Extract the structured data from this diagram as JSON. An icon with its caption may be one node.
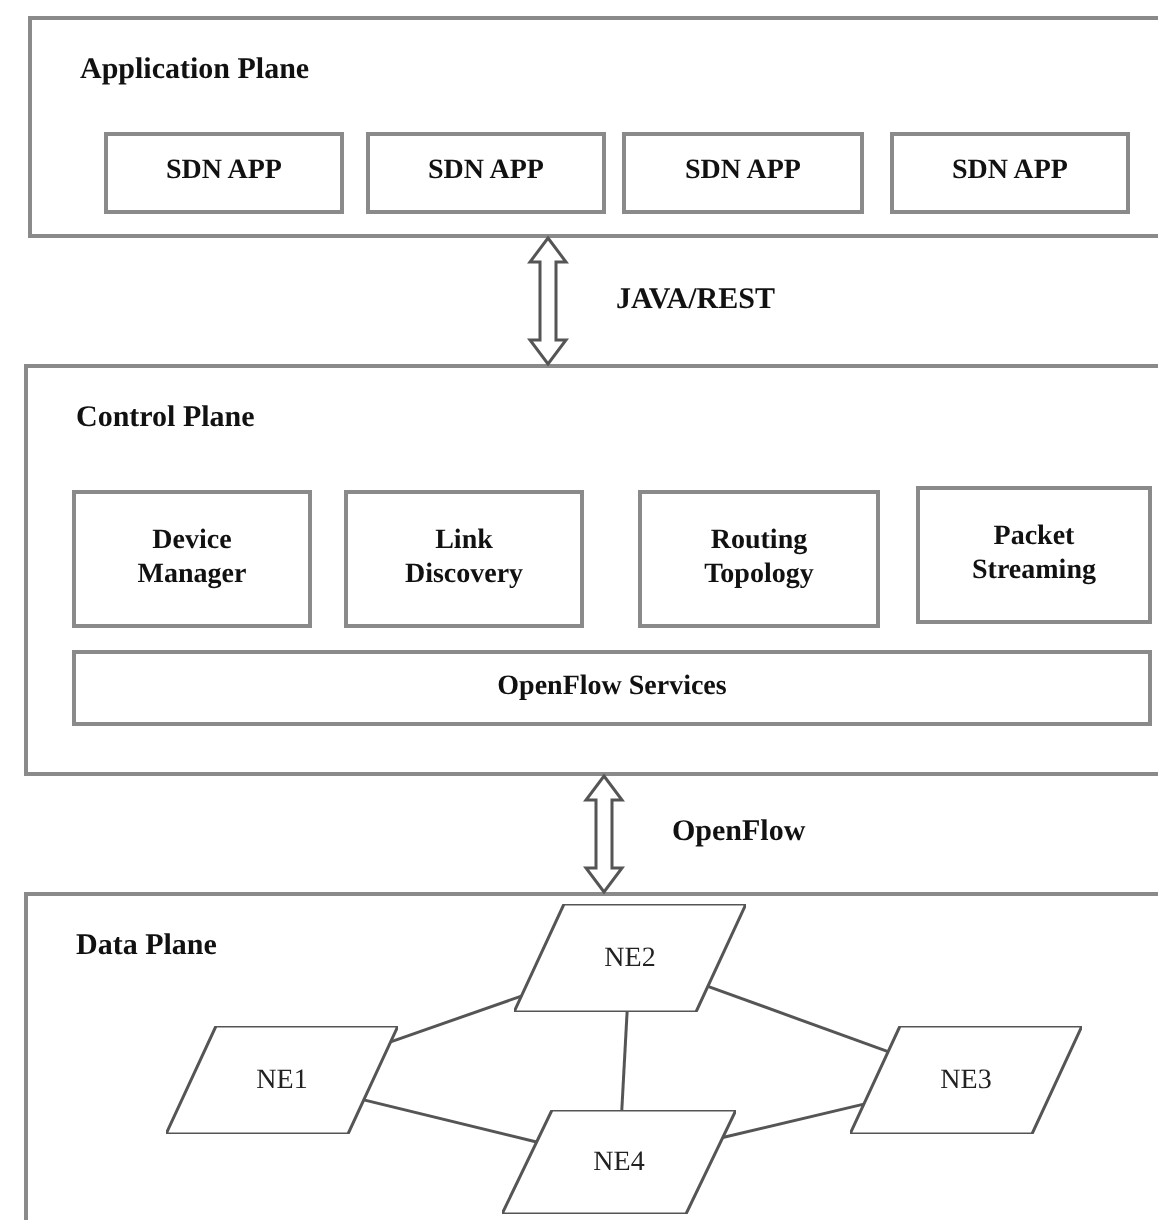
{
  "diagram": {
    "nodes": [
      {
        "text": [
          "Application Plane"
        ]
      },
      {
        "text": [
          "SDN APP"
        ],
        "in": 0
      },
      {
        "text": [
          "SDN APP"
        ],
        "in": 0
      },
      {
        "text": [
          "SDN APP"
        ],
        "in": 0
      },
      {
        "text": [
          "SDN APP"
        ],
        "in": 0
      },
      {
        "text": [
          "Control Plane"
        ]
      },
      {
        "text": [
          "Device Manager"
        ],
        "in": 5
      },
      {
        "text": [
          "Link Discovery"
        ],
        "in": 5
      },
      {
        "text": [
          "Routing Topology"
        ],
        "in": 5
      },
      {
        "text": [
          "Packet Streaming"
        ],
        "in": 5
      },
      {
        "text": [
          "OpenFlow Services"
        ],
        "in": 5
      },
      {
        "text": [
          "Data Plane"
        ]
      },
      {
        "text": [
          "NE1"
        ],
        "in": 11
      },
      {
        "text": [
          "NE2"
        ],
        "in": 11
      },
      {
        "text": [
          "NE3"
        ],
        "in": 11
      },
      {
        "text": [
          "NE4"
        ],
        "in": 11
      }
    ],
    "edges": [
      {
        "from": 0,
        "to": 5,
        "arrow": "both",
        "label": "JAVA/REST",
        "style": "thick"
      },
      {
        "from": 5,
        "to": 11,
        "arrow": "both",
        "label": "OpenFlow",
        "style": "thick"
      },
      {
        "from": 13,
        "to": 12,
        "arrow": "none"
      },
      {
        "from": 13,
        "to": 14,
        "arrow": "none"
      },
      {
        "from": 13,
        "to": 15,
        "arrow": "none"
      },
      {
        "from": 12,
        "to": 15,
        "arrow": "none"
      },
      {
        "from": 14,
        "to": 15,
        "arrow": "none"
      }
    ]
  }
}
